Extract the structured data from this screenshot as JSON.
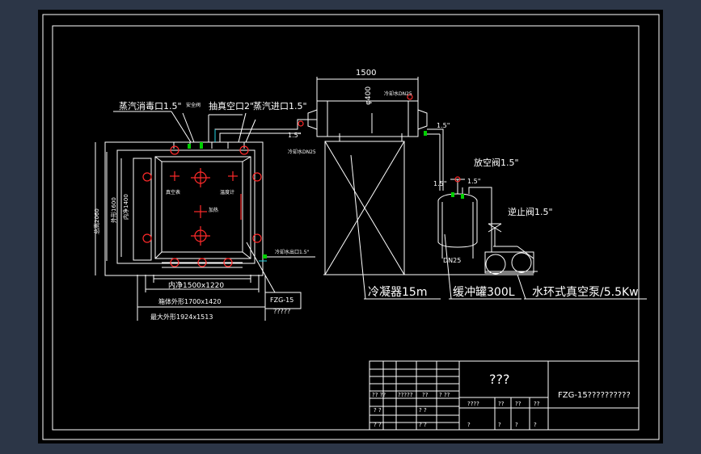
{
  "colors": {
    "background": "#2c3647",
    "canvas": "#000000",
    "line": "#ffffff",
    "accent_red": "#ff2a2a",
    "accent_green": "#00d000",
    "accent_cyan": "#22d6e6"
  },
  "labels": {
    "steam_inlet": "蒸汽消毒口1.5\"",
    "safety_valve": "安全阀",
    "vacuum_port": "抽真空口2\"",
    "steam_in": "蒸汽进口1.5\"",
    "dim_1500": "1500",
    "dim_400": "φ400",
    "condenser_dn": "冷却水DN25",
    "pipe_15_a": "1.5\"",
    "pipe_15_b": "1.5\"",
    "cool_in": "冷却水DN25",
    "vent_valve": "放空阀1.5\"",
    "pipe_15_c": "1.5\"",
    "pipe_15_d": "1.5\"",
    "check_valve": "逆止阀1.5\"",
    "dn25": "DN25",
    "cool_outlet": "冷却水出口1.5\"",
    "vac_gauge": "真空表",
    "temp_gauge": "温度计",
    "heater": "加热",
    "height_total": "总高2060",
    "height_outer": "外形1600",
    "height_inner": "内净1400",
    "inner_size": "内净1500x1220",
    "box_outer": "箱体外形1700x1420",
    "max_outer": "最大外形1924x1513",
    "model_tag": "FZG-15",
    "model_qmarks": "?????",
    "condenser_caption": "冷凝器15m",
    "buffer_caption": "缓冲罐300L",
    "pump_caption": "水环式真空泵/5.5Kw"
  },
  "title_block": {
    "title": "???",
    "drawing_no": "FZG-15??????????",
    "cells_row1": [
      "?? ??",
      "?????",
      "??",
      "? ??"
    ],
    "cells_row2": [
      "? ?",
      "? ?"
    ],
    "cells_row3": [
      "? ?",
      "? ?"
    ],
    "cells_right_hdr": [
      "????",
      "??",
      "??",
      "??"
    ],
    "cells_right_val": [
      "?",
      "?",
      "?",
      "?"
    ]
  }
}
